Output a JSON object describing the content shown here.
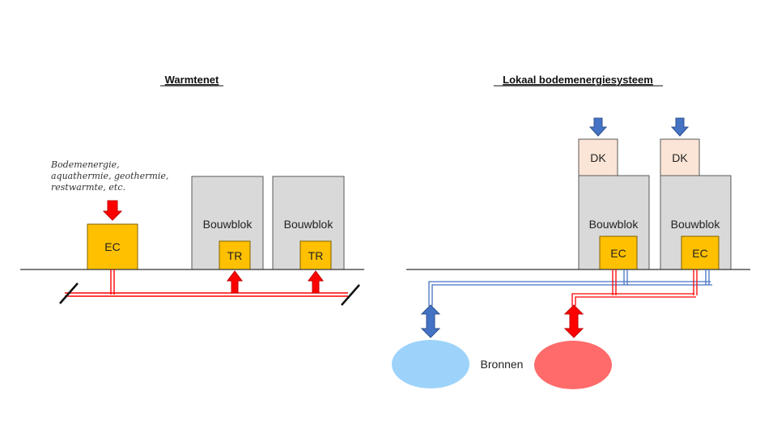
{
  "left_panel": {
    "title": "Warmtenet",
    "sources_text": [
      "Bodemenergie,",
      "aquathermie, geothermie,",
      "restwarmte, etc."
    ],
    "energy_center_label": "EC",
    "buildings": [
      {
        "label": "Bouwblok",
        "substation_label": "TR"
      },
      {
        "label": "Bouwblok",
        "substation_label": "TR"
      }
    ]
  },
  "right_panel": {
    "title": "Lokaal bodemenergiesysteem",
    "buildings": [
      {
        "label": "Bouwblok",
        "roof_label": "DK",
        "energy_center_label": "EC"
      },
      {
        "label": "Bouwblok",
        "roof_label": "DK",
        "energy_center_label": "EC"
      }
    ],
    "wells_label": "Bronnen"
  },
  "colors": {
    "building": "#d9d9d9",
    "energy_box": "#ffc000",
    "roof_box": "#fbe5d6",
    "hot": "#ff0000",
    "cold": "#4472c4",
    "cold_well": "#9dd3fa",
    "hot_well": "#ff6b6b"
  }
}
